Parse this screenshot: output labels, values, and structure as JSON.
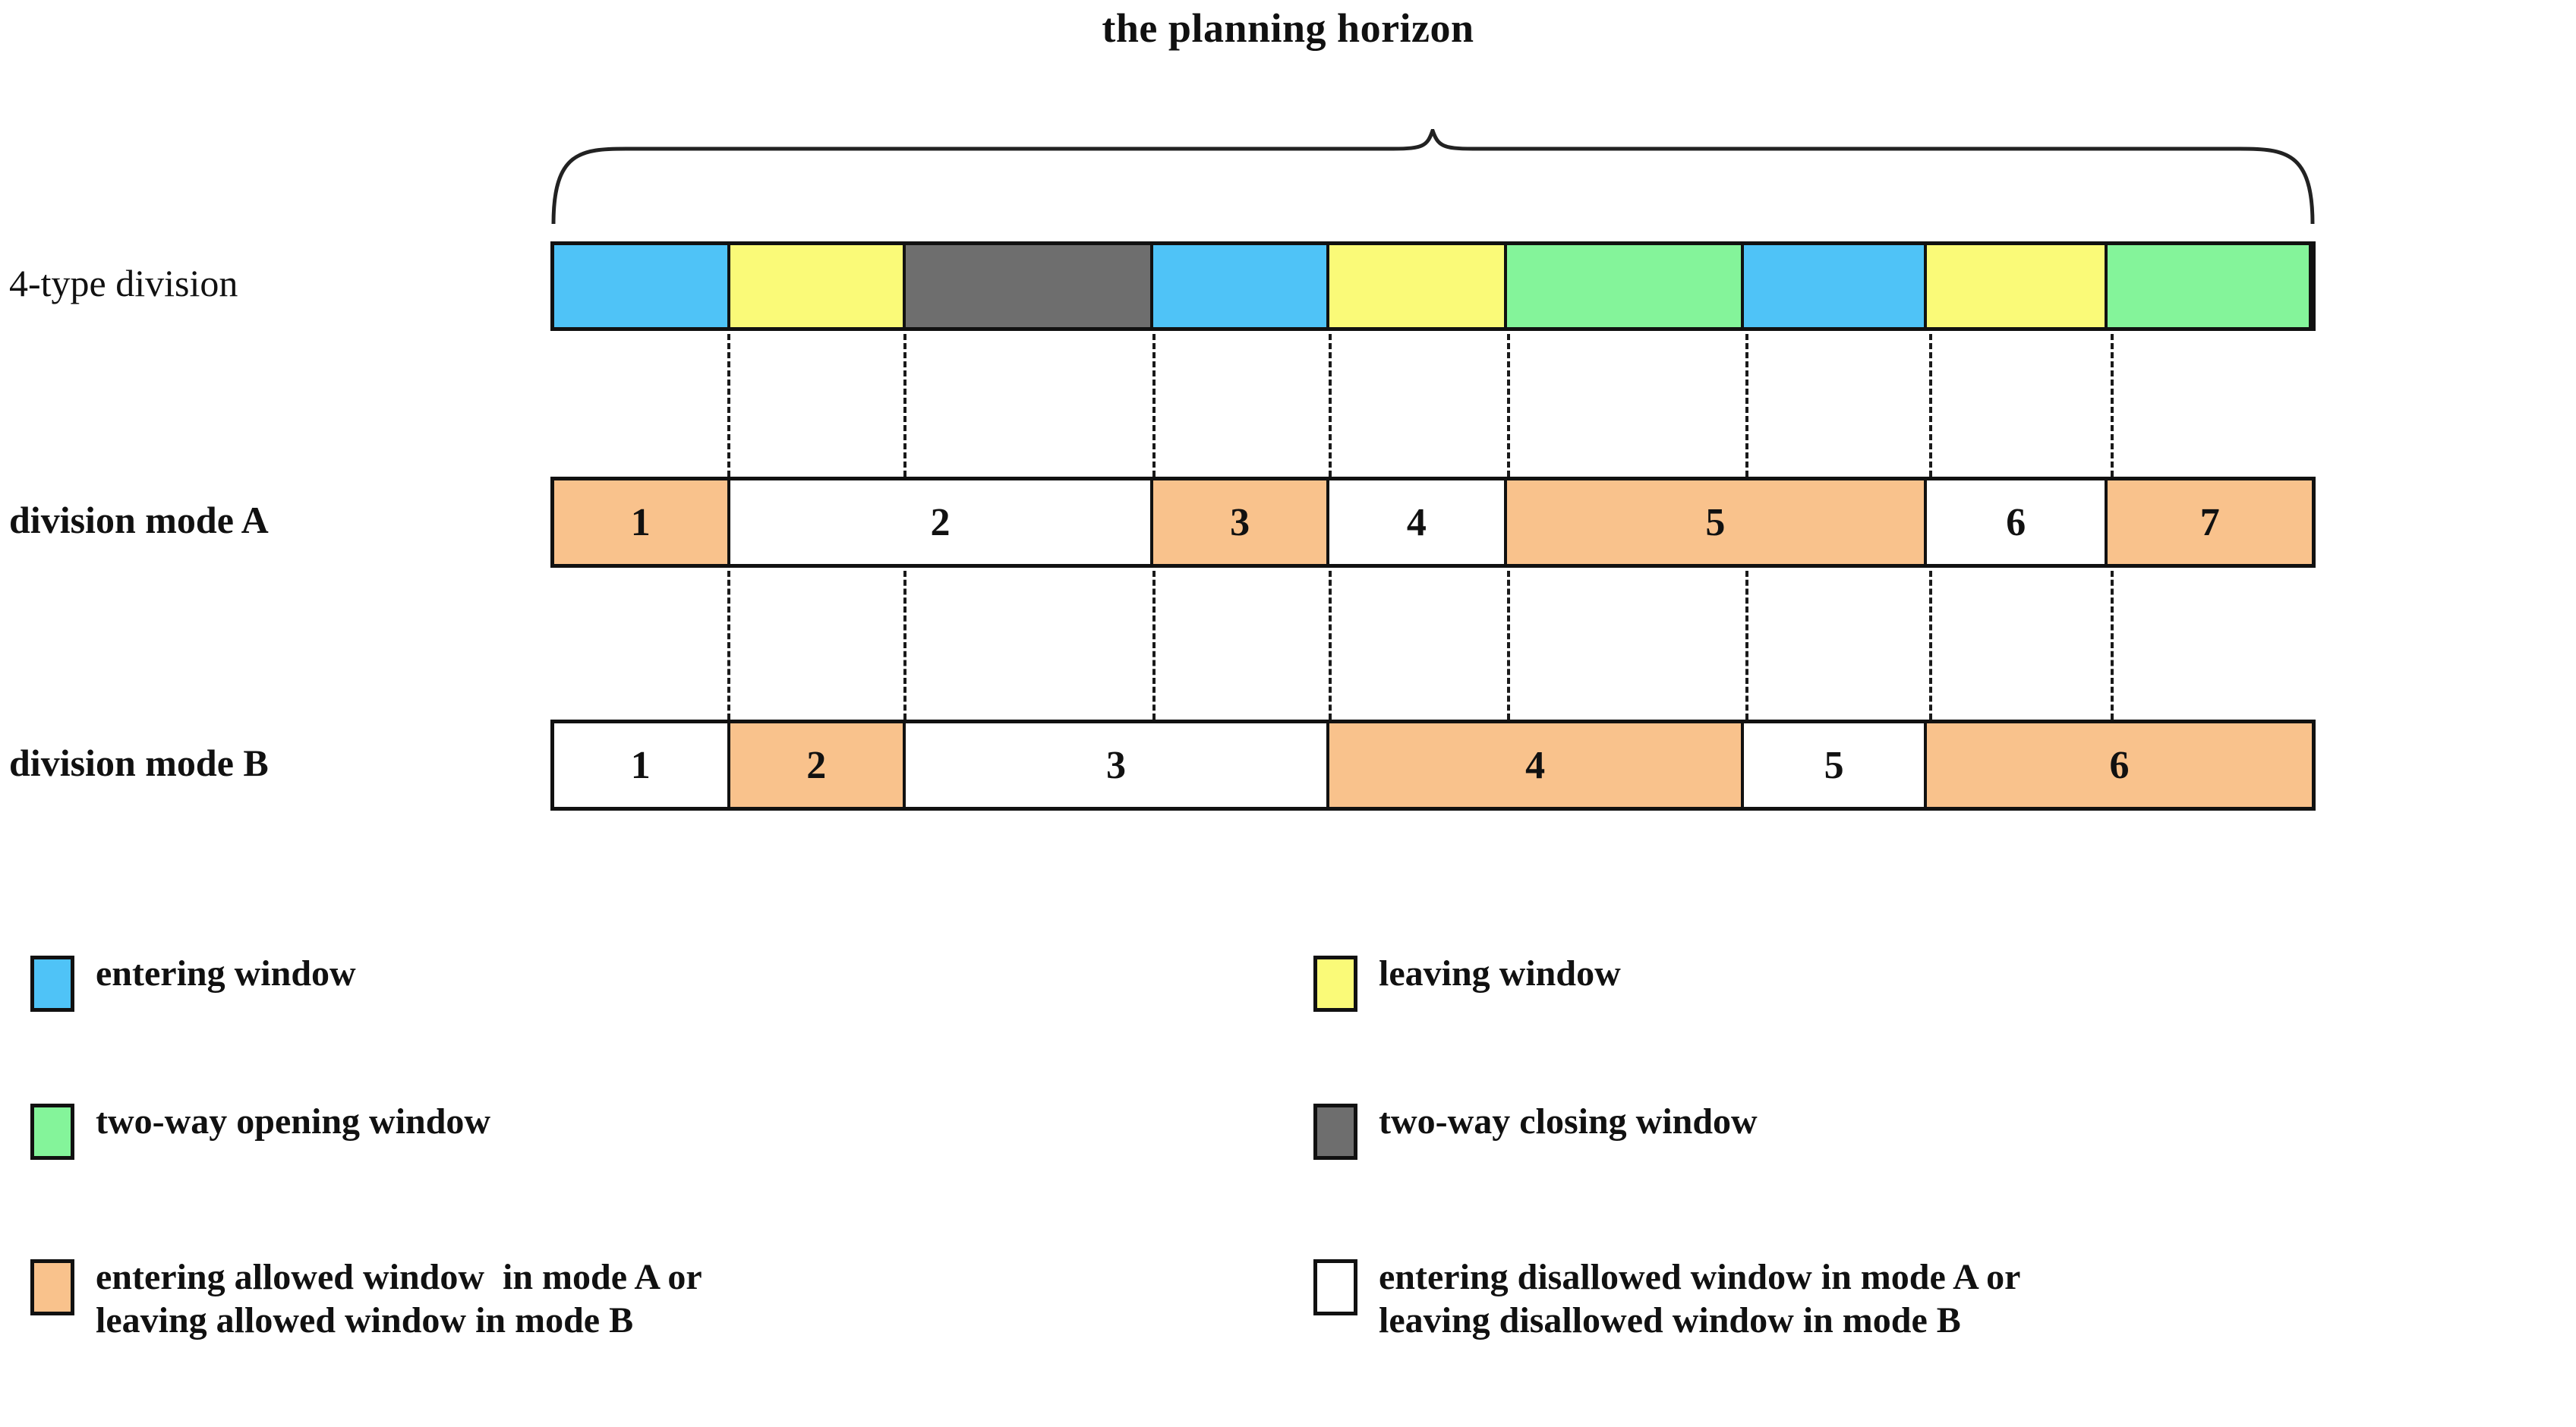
{
  "title": "the planning horizon",
  "colors": {
    "entering": "#4FC3F7",
    "leaving": "#FAFA78",
    "two_way_opening": "#84F49A",
    "two_way_closing": "#6E6E6E",
    "allowed": "#F9C28C",
    "disallowed": "#FFFFFF",
    "outline": "#111111"
  },
  "rows": {
    "type_division": {
      "label": "4-type division"
    },
    "mode_a": {
      "label": "division mode A"
    },
    "mode_b": {
      "label": "division mode B"
    }
  },
  "chart_data": {
    "type": "timeline",
    "title": "the planning horizon",
    "xlabel": "",
    "ylabel": "",
    "xlim": [
      0,
      100
    ],
    "grid": false,
    "legend_position": "bottom",
    "series": [
      {
        "name": "4-type division",
        "segments": [
          {
            "label": "",
            "kind": "entering",
            "start": 0.0,
            "end": 10.0
          },
          {
            "label": "",
            "kind": "leaving",
            "start": 10.0,
            "end": 20.0
          },
          {
            "label": "",
            "kind": "two_way_closing",
            "start": 20.0,
            "end": 34.1
          },
          {
            "label": "",
            "kind": "entering",
            "start": 34.1,
            "end": 44.1
          },
          {
            "label": "",
            "kind": "leaving",
            "start": 44.1,
            "end": 54.2
          },
          {
            "label": "",
            "kind": "two_way_opening",
            "start": 54.2,
            "end": 67.7
          },
          {
            "label": "",
            "kind": "entering",
            "start": 67.7,
            "end": 78.1
          },
          {
            "label": "",
            "kind": "leaving",
            "start": 78.1,
            "end": 88.4
          },
          {
            "label": "",
            "kind": "two_way_opening",
            "start": 88.4,
            "end": 100.0
          }
        ]
      },
      {
        "name": "division mode A",
        "segments": [
          {
            "label": "1",
            "kind": "allowed",
            "start": 0.0,
            "end": 10.0
          },
          {
            "label": "2",
            "kind": "disallowed",
            "start": 10.0,
            "end": 34.1
          },
          {
            "label": "3",
            "kind": "allowed",
            "start": 34.1,
            "end": 44.1
          },
          {
            "label": "4",
            "kind": "disallowed",
            "start": 44.1,
            "end": 54.2
          },
          {
            "label": "5",
            "kind": "allowed",
            "start": 54.2,
            "end": 78.1
          },
          {
            "label": "6",
            "kind": "disallowed",
            "start": 78.1,
            "end": 88.4
          },
          {
            "label": "7",
            "kind": "allowed",
            "start": 88.4,
            "end": 100.0
          }
        ]
      },
      {
        "name": "division mode B",
        "segments": [
          {
            "label": "1",
            "kind": "disallowed",
            "start": 0.0,
            "end": 10.0
          },
          {
            "label": "2",
            "kind": "allowed",
            "start": 10.0,
            "end": 20.0
          },
          {
            "label": "3",
            "kind": "disallowed",
            "start": 20.0,
            "end": 44.1
          },
          {
            "label": "4",
            "kind": "allowed",
            "start": 44.1,
            "end": 67.7
          },
          {
            "label": "5",
            "kind": "disallowed",
            "start": 67.7,
            "end": 78.1
          },
          {
            "label": "6",
            "kind": "allowed",
            "start": 78.1,
            "end": 100.0
          }
        ]
      }
    ],
    "dashed_connectors": [
      10.0,
      20.0,
      34.1,
      44.1,
      54.2,
      67.7,
      78.1,
      88.4
    ]
  },
  "legend": [
    {
      "kind": "entering",
      "line1": "entering window",
      "line2": ""
    },
    {
      "kind": "leaving",
      "line1": "leaving window",
      "line2": ""
    },
    {
      "kind": "two_way_opening",
      "line1": "two-way opening window",
      "line2": ""
    },
    {
      "kind": "two_way_closing",
      "line1": "two-way closing window",
      "line2": ""
    },
    {
      "kind": "allowed",
      "line1": "entering allowed window  in mode A or",
      "line2": "leaving allowed window in mode B"
    },
    {
      "kind": "disallowed",
      "line1": "entering disallowed window in mode A or",
      "line2": "leaving disallowed window in mode B"
    }
  ]
}
